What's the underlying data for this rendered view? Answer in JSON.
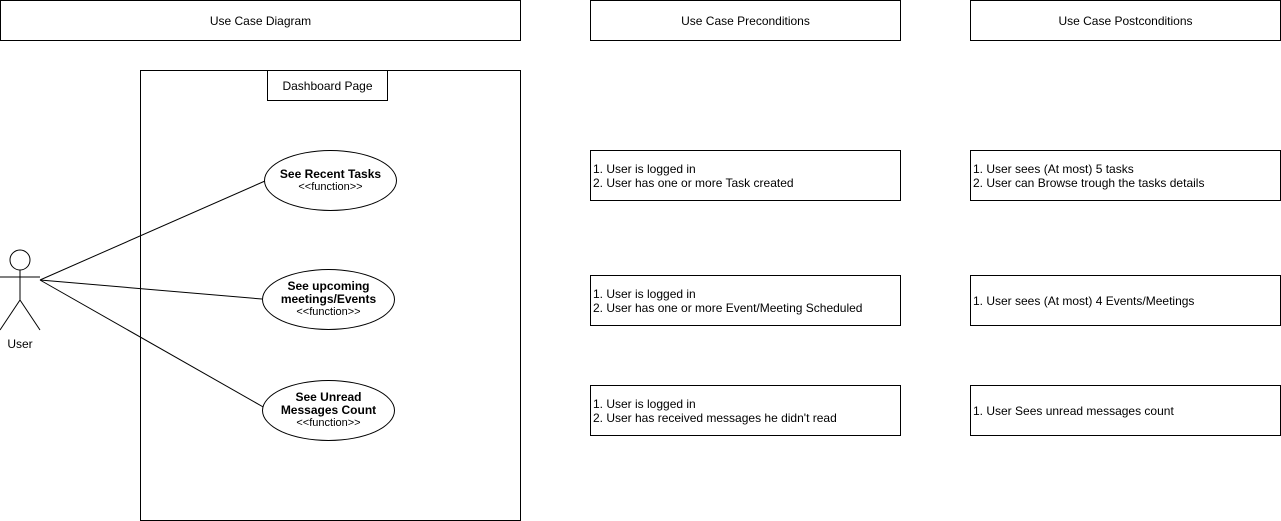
{
  "headers": {
    "diagram": "Use Case Diagram",
    "preconditions": "Use Case Preconditions",
    "postconditions": "Use Case Postconditions"
  },
  "system": {
    "title": "Dashboard Page"
  },
  "actor": {
    "label": "User"
  },
  "use_cases": [
    {
      "name": "See Recent Tasks",
      "stereotype": "<<function>>"
    },
    {
      "name_line1": "See upcoming",
      "name_line2": "meetings/Events",
      "stereotype": "<<function>>"
    },
    {
      "name_line1": "See Unread",
      "name_line2": "Messages Count",
      "stereotype": "<<function>>"
    }
  ],
  "preconditions": [
    [
      "1. User is logged in",
      "2. User has one or more Task created"
    ],
    [
      "1. User is logged in",
      "2. User has one or more Event/Meeting Scheduled"
    ],
    [
      "1. User is logged in",
      "2. User has received messages he didn't read"
    ]
  ],
  "postconditions": [
    [
      "1. User sees (At most) 5 tasks",
      "2. User can Browse trough the tasks details"
    ],
    [
      "1. User sees (At most) 4 Events/Meetings"
    ],
    [
      "1. User Sees unread messages count"
    ]
  ]
}
